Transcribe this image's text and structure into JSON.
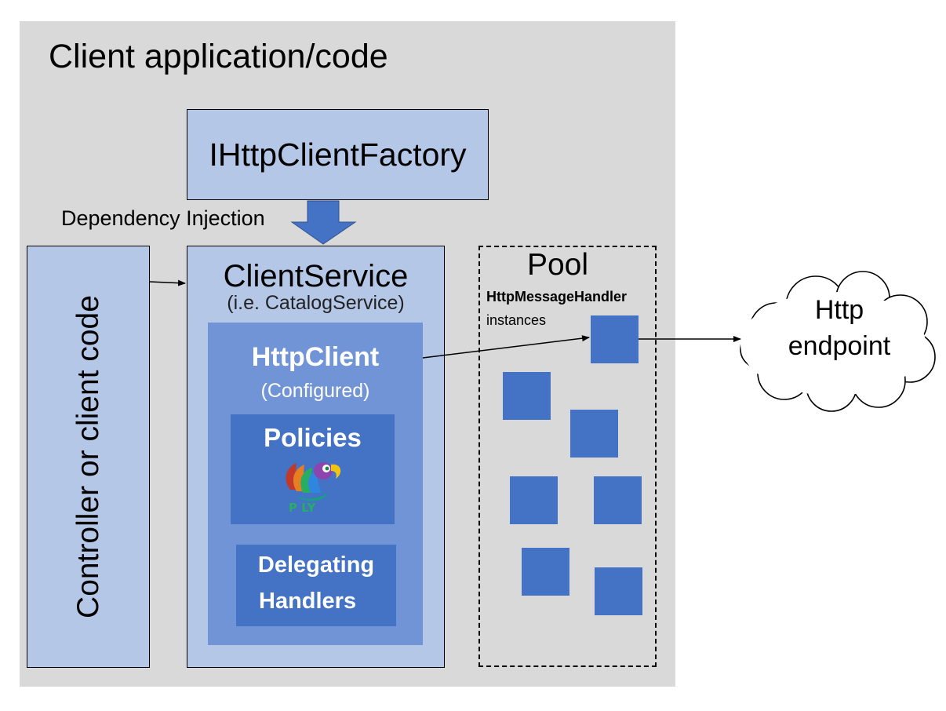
{
  "title": "Client application/code",
  "factory": {
    "label": "IHttpClientFactory"
  },
  "dependency_injection": {
    "label": "Dependency Injection"
  },
  "controller": {
    "label": "Controller or client code"
  },
  "client_service": {
    "title": "ClientService",
    "subtitle": "(i.e. CatalogService)"
  },
  "http_client": {
    "title": "HttpClient",
    "subtitle": "(Configured)"
  },
  "policies": {
    "title": "Policies",
    "logo_text": "P LY"
  },
  "delegating": {
    "line1": "Delegating",
    "line2": "Handlers"
  },
  "pool": {
    "title": "Pool",
    "handler_label": "HttpMessageHandler",
    "instances_label": "instances",
    "instance_count": 7
  },
  "endpoint": {
    "line1": "Http",
    "line2": "endpoint"
  },
  "colors": {
    "panel": "#d9d9d9",
    "light_box": "#b4c7e7",
    "mid_box": "#7094d6",
    "dark_box": "#4472c4"
  }
}
